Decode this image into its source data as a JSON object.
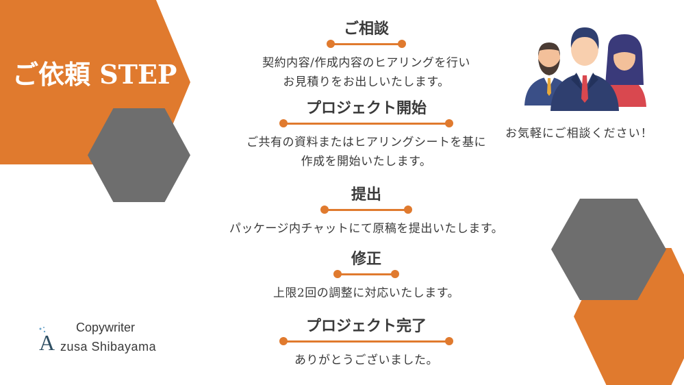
{
  "title": "ご依頼 STEP",
  "steps": [
    {
      "title": "ご相談",
      "desc": [
        "契約内容/作成内容のヒアリングを行い",
        "お見積りをお出しいたします。"
      ]
    },
    {
      "title": "プロジェクト開始",
      "desc": [
        "ご共有の資料またはヒアリングシートを基に",
        "作成を開始いたします。"
      ]
    },
    {
      "title": "提出",
      "desc": [
        "パッケージ内チャットにて原稿を提出いたします。"
      ]
    },
    {
      "title": "修正",
      "desc": [
        "上限2回の調整に対応いたします。"
      ]
    },
    {
      "title": "プロジェクト完了",
      "desc": [
        "ありがとうございました。"
      ]
    }
  ],
  "invite": "お気軽にご相談ください！",
  "illustration": "business-people-icon",
  "logo": {
    "line1": "Copywriter",
    "letter": "A",
    "line2": "zusa  Shibayama"
  },
  "colors": {
    "accent": "#E07A2E",
    "gray": "#6E6E6E",
    "text": "#3a3a3a"
  }
}
